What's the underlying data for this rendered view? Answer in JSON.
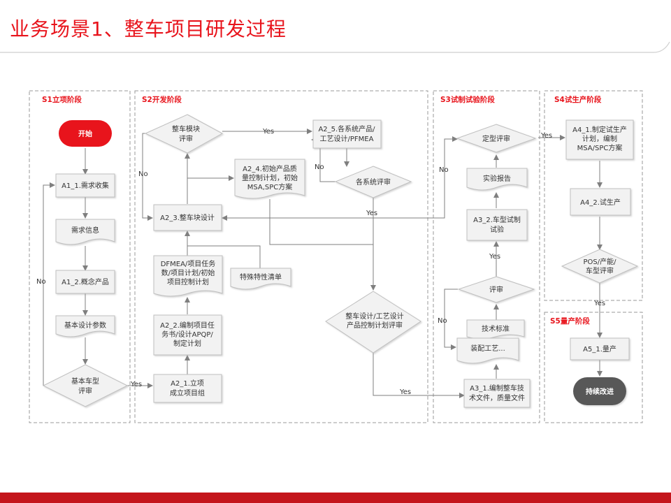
{
  "title": "业务场景1、整车项目研发过程",
  "colors": {
    "accent": "#e8141c",
    "footer": "#c4161c",
    "node_fill": "#f2f2f2",
    "node_stroke": "#bfbfbf",
    "edge": "#7f7f7f",
    "dark_node": "#595959"
  },
  "stages": {
    "s1": "S1立项阶段",
    "s2": "S2开发阶段",
    "s3": "S3试制试验阶段",
    "s4": "S4试生产阶段",
    "s5": "S5量产阶段"
  },
  "nodes": {
    "start": "开始",
    "a1_1": "A1_1.需求收集",
    "req_info": "需求信息",
    "a1_2": "A1_2.概念产品",
    "basic_params": "基本设计参数",
    "basic_review": [
      "基本车型",
      "评审"
    ],
    "a2_1": [
      "A2_1.立项",
      "成立项目组"
    ],
    "a2_2": [
      "A2_2.编制项目任",
      "务书/设计APQP/",
      "制定计划"
    ],
    "dfmea": [
      "DFMEA/项目任务",
      "数/项目计划/初始",
      "项目控制计划"
    ],
    "special": "特殊特性清单",
    "a2_3": "A2_3.整车块设计",
    "module_review": [
      "整车模块",
      "评审"
    ],
    "a2_4": [
      "A2_4.初始产品质",
      "量控制计划，初始",
      "MSA,SPC方案"
    ],
    "a2_5": [
      "A2_5.各系统产品/",
      "工艺设计/PFMEA"
    ],
    "sys_review": "各系统评审",
    "vehicle_review": [
      "整车设计/工艺设计",
      "产品控制计划评审"
    ],
    "a3_1": [
      "A3_1.编制整车技",
      "术文件，质量文件"
    ],
    "assembly": "装配工艺...",
    "tech_std": "技术标准",
    "review": "评审",
    "a3_2": [
      "A3_2.车型试制",
      "试验"
    ],
    "test_report": "实验报告",
    "final_review": "定型评审",
    "a4_1": [
      "A4_1.制定试生产",
      "计划，编制",
      "MSA/SPC方案"
    ],
    "a4_2": "A4_2.试生产",
    "pos_review": [
      "POS/产能/",
      "车型评审"
    ],
    "a5_1": "A5_1.量产",
    "improve": "持续改进"
  },
  "labels": {
    "yes": "Yes",
    "no": "No"
  }
}
